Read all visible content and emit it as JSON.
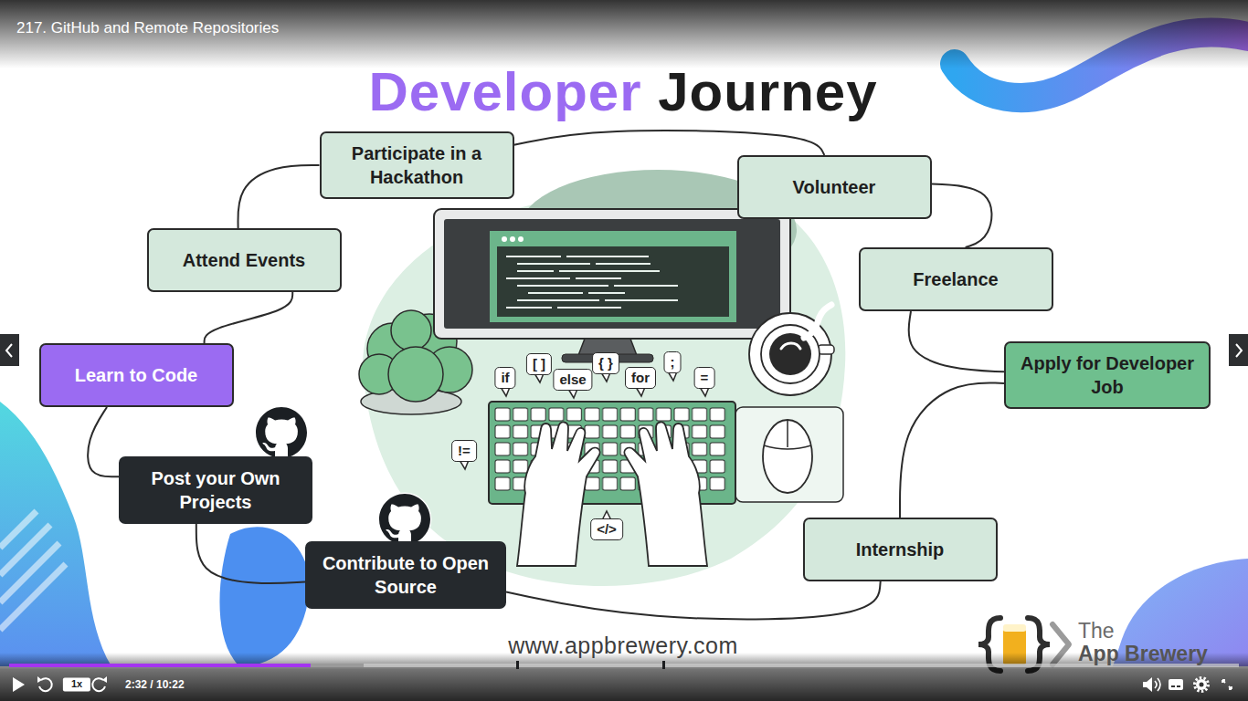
{
  "diagram": {
    "title": "Developer Journey",
    "nodes": [
      {
        "text": [
          "Participate in a Hackathon"
        ]
      },
      {
        "text": [
          "Volunteer"
        ]
      },
      {
        "text": [
          "Attend Events"
        ]
      },
      {
        "text": [
          "Freelance"
        ]
      },
      {
        "text": [
          "Learn to Code"
        ]
      },
      {
        "text": [
          "Apply for Developer Job"
        ]
      },
      {
        "text": [
          "Post your Own Projects"
        ]
      },
      {
        "text": [
          "Internship"
        ]
      },
      {
        "text": [
          "Contribute to Open Source"
        ]
      }
    ],
    "edges": [
      {
        "from": 4,
        "to": 2,
        "arrow": "none"
      },
      {
        "from": 2,
        "to": 0,
        "arrow": "none"
      },
      {
        "from": 0,
        "to": 1,
        "arrow": "none"
      },
      {
        "from": 1,
        "to": 3,
        "arrow": "none"
      },
      {
        "from": 3,
        "to": 5,
        "arrow": "none"
      },
      {
        "from": 4,
        "to": 6,
        "arrow": "none"
      },
      {
        "from": 6,
        "to": 8,
        "arrow": "none"
      },
      {
        "from": 8,
        "to": 7,
        "arrow": "none"
      },
      {
        "from": 7,
        "to": 5,
        "arrow": "none"
      }
    ],
    "labels": [
      "217. GitHub and Remote Repositories",
      "if",
      "[ ]",
      "else",
      "{ }",
      "for",
      ";",
      "=",
      "!=",
      "</>",
      "www.appbrewery.com",
      "The",
      "App Brewery",
      "1x",
      "2:32 / 10:22"
    ]
  }
}
